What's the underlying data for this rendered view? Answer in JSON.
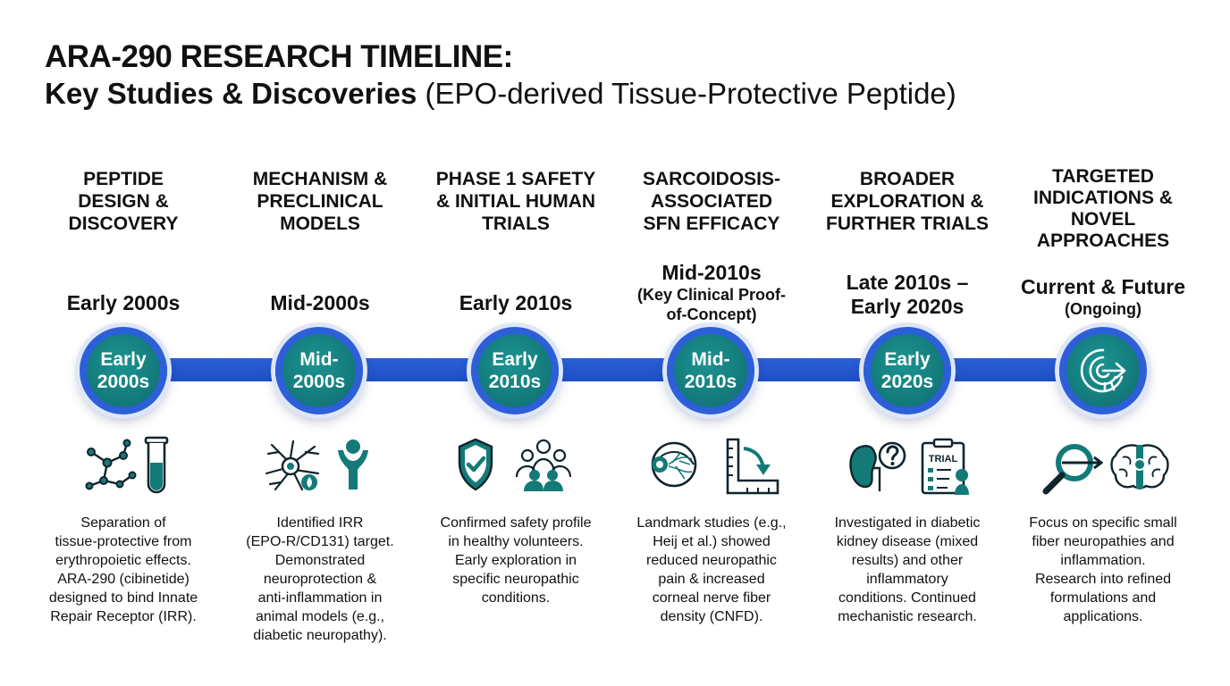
{
  "title": {
    "line1": "ARA-290 RESEARCH TIMELINE:",
    "line2_bold": "Key Studies & Discoveries",
    "line2_normal": "(EPO-derived Tissue-Protective Peptide)"
  },
  "stages": [
    {
      "heading": [
        "PEPTIDE",
        "DESIGN &",
        "DISCOVERY"
      ],
      "period": "Early 2000s",
      "period_sub": "",
      "node": [
        "Early",
        "2000s"
      ],
      "icons": [
        "molecule-icon",
        "test-tube-icon"
      ],
      "description": [
        "Separation of",
        "tissue-protective from",
        "erythropoietic effects.",
        "ARA-290 (cibinetide)",
        "designed to bind Innate",
        "Repair Receptor (IRR)."
      ]
    },
    {
      "heading": [
        "MECHANISM &",
        "PRECLINICAL",
        "MODELS"
      ],
      "period": "Mid-2000s",
      "period_sub": "",
      "node": [
        "Mid-",
        "2000s"
      ],
      "icons": [
        "neuron-icon",
        "receptor-icon"
      ],
      "description": [
        "Identified IRR",
        "(EPO-R/CD131) target.",
        "Demonstrated",
        "neuroprotection &",
        "anti-inflammation in",
        "animal models (e.g.,",
        "diabetic neuropathy)."
      ]
    },
    {
      "heading": [
        "PHASE 1 SAFETY",
        "& INITIAL HUMAN",
        "TRIALS"
      ],
      "period": "Early 2010s",
      "period_sub": "",
      "node": [
        "Early",
        "2010s"
      ],
      "icons": [
        "shield-check-icon",
        "people-group-icon"
      ],
      "description": [
        "Confirmed safety profile",
        "in healthy volunteers.",
        "Early exploration in",
        "specific neuropathic",
        "conditions."
      ]
    },
    {
      "heading": [
        "SARCOIDOSIS-",
        "ASSOCIATED",
        "SFN EFFICACY"
      ],
      "period": "Mid-2010s",
      "period_sub": "(Key Clinical Proof-of-Concept)",
      "node": [
        "Mid-",
        "2010s"
      ],
      "icons": [
        "eye-icon",
        "ruler-arrow-icon"
      ],
      "description": [
        "Landmark studies (e.g.,",
        "Heij et al.) showed",
        "reduced neuropathic",
        "pain & increased",
        "corneal nerve fiber",
        "density (CNFD)."
      ]
    },
    {
      "heading": [
        "BROADER",
        "EXPLORATION &",
        "FURTHER TRIALS"
      ],
      "period": "Late 2010s – Early 2020s",
      "period_sub": "",
      "node": [
        "Early",
        "2020s"
      ],
      "icons": [
        "kidney-question-icon",
        "trial-clipboard-icon"
      ],
      "description": [
        "Investigated in diabetic",
        "kidney disease (mixed",
        "results) and other",
        "inflammatory",
        "conditions. Continued",
        "mechanistic research."
      ]
    },
    {
      "heading": [
        "TARGETED",
        "INDICATIONS &",
        "NOVEL",
        "APPROACHES"
      ],
      "period": "Current & Future",
      "period_sub": "(Ongoing)",
      "node": [],
      "icons": [
        "target-arrow-icon",
        "magnifier-icon",
        "brain-icon"
      ],
      "description": [
        "Focus on specific small",
        "fiber neuropathies and",
        "inflammation.",
        "Research into refined",
        "formulations and",
        "applications."
      ]
    }
  ],
  "colors": {
    "teal": "#13787a",
    "blue": "#2d5fd8",
    "text": "#111111"
  }
}
